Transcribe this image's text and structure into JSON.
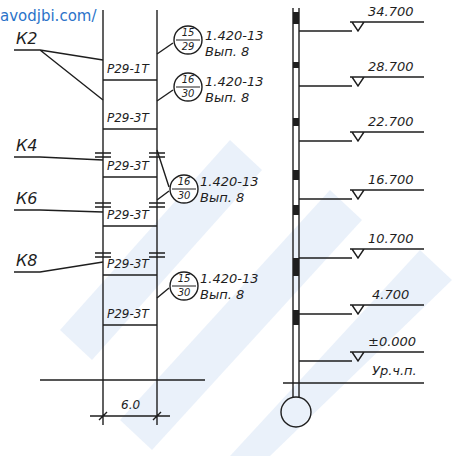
{
  "diagram": {
    "nodes": [
      {
        "text": [
          "15",
          "29"
        ]
      },
      {
        "text": [
          "16",
          "30"
        ]
      },
      {
        "text": [
          "16",
          "30"
        ]
      },
      {
        "text": [
          "15",
          "30"
        ]
      }
    ],
    "labels": [
      "avodjbi.com/",
      "34.700",
      "Р29-1Т",
      "К2",
      "28.700",
      "Р29-3Т",
      "22.700",
      "К4",
      "Р29-3Т",
      "16.700",
      "К6",
      "Р29-3Т",
      "10.700",
      "Р29-3Т",
      "К8",
      "4.700",
      "Р29-3Т",
      "±0.000",
      "Ур.ч.п.",
      "6.0",
      "1.420-13 Вып. 8",
      "1.420-13 Вып. 8",
      "1.420-13 Вып. 8",
      "1.420-13 Вып. 8"
    ]
  }
}
